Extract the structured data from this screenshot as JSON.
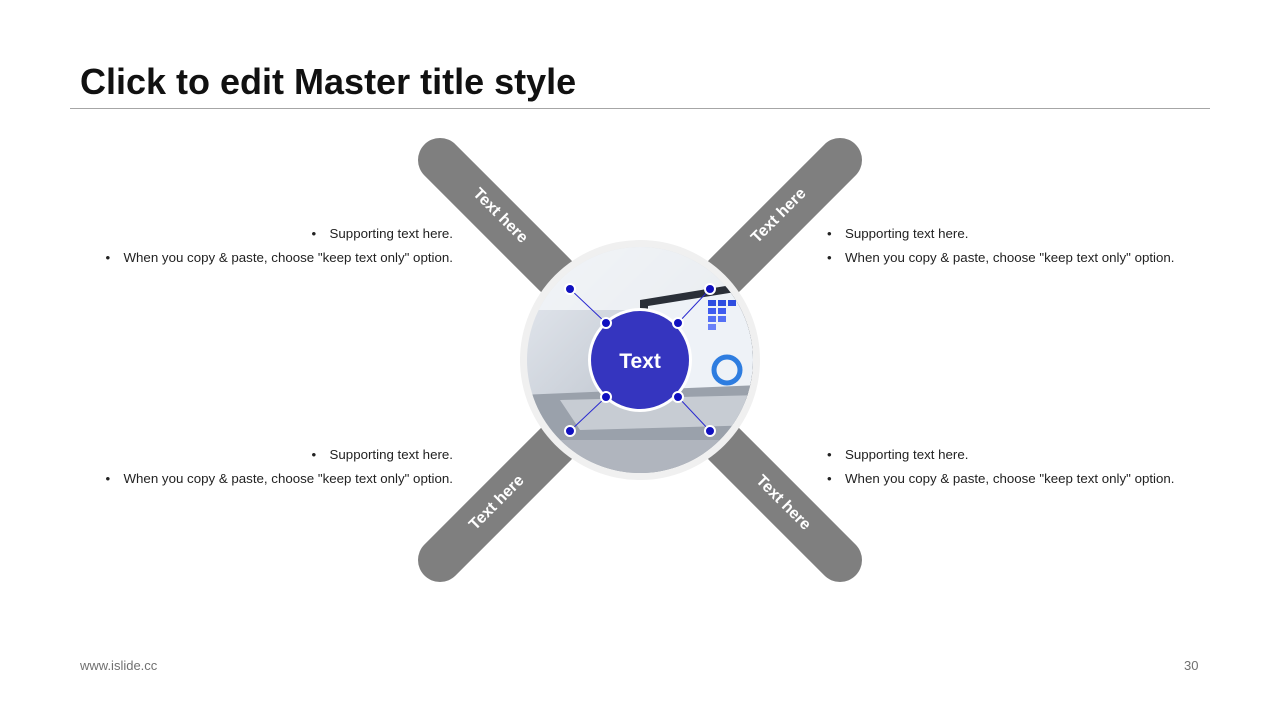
{
  "slide": {
    "title": "Click to edit Master title style"
  },
  "diagram": {
    "center_label": "Text",
    "arms": [
      {
        "position": "top-left",
        "label": "Text here"
      },
      {
        "position": "top-right",
        "label": "Text here"
      },
      {
        "position": "bottom-left",
        "label": "Text here"
      },
      {
        "position": "bottom-right",
        "label": "Text here"
      }
    ]
  },
  "bullets": {
    "top_left": [
      "Supporting text here.",
      "When you copy & paste, choose \"keep text only\" option."
    ],
    "top_right": [
      "Supporting text here.",
      "When you copy & paste, choose \"keep text only\" option."
    ],
    "bottom_left": [
      "Supporting text here.",
      "When you copy & paste, choose \"keep text only\" option."
    ],
    "bottom_right": [
      "Supporting text here.",
      "When you copy & paste, choose \"keep text only\" option."
    ]
  },
  "footer": {
    "url": "www.islide.cc",
    "page_number": "30"
  },
  "colors": {
    "accent": "#1f1fb8",
    "arm_fill": "#7f7f7f",
    "node_dot": "#1010c0"
  }
}
